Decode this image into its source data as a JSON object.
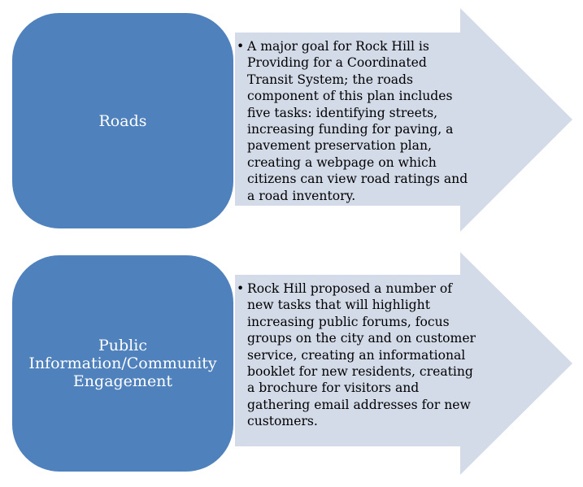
{
  "rows": [
    {
      "category": "Roads",
      "bullet_symbol": "•",
      "detail": "A major goal for Rock Hill is Providing for a Coordinated Transit System; the roads component of this plan includes five tasks: identifying streets, increasing funding for paving, a pavement preservation plan, creating a webpage on which citizens can view road ratings and a road inventory."
    },
    {
      "category": "Public Information/Community Engagement",
      "bullet_symbol": "•",
      "detail": "Rock Hill proposed a number of new tasks that will highlight increasing public forums, focus groups on the city and on customer service, creating an informational booklet for new residents, creating a brochure for visitors and gathering email addresses for new customers."
    }
  ],
  "colors": {
    "category_fill": "#4f81bd",
    "category_border": "#ffffff",
    "category_text": "#ffffff",
    "arrow_fill": "#d3dbe9",
    "detail_text": "#000000",
    "background": "#ffffff"
  }
}
